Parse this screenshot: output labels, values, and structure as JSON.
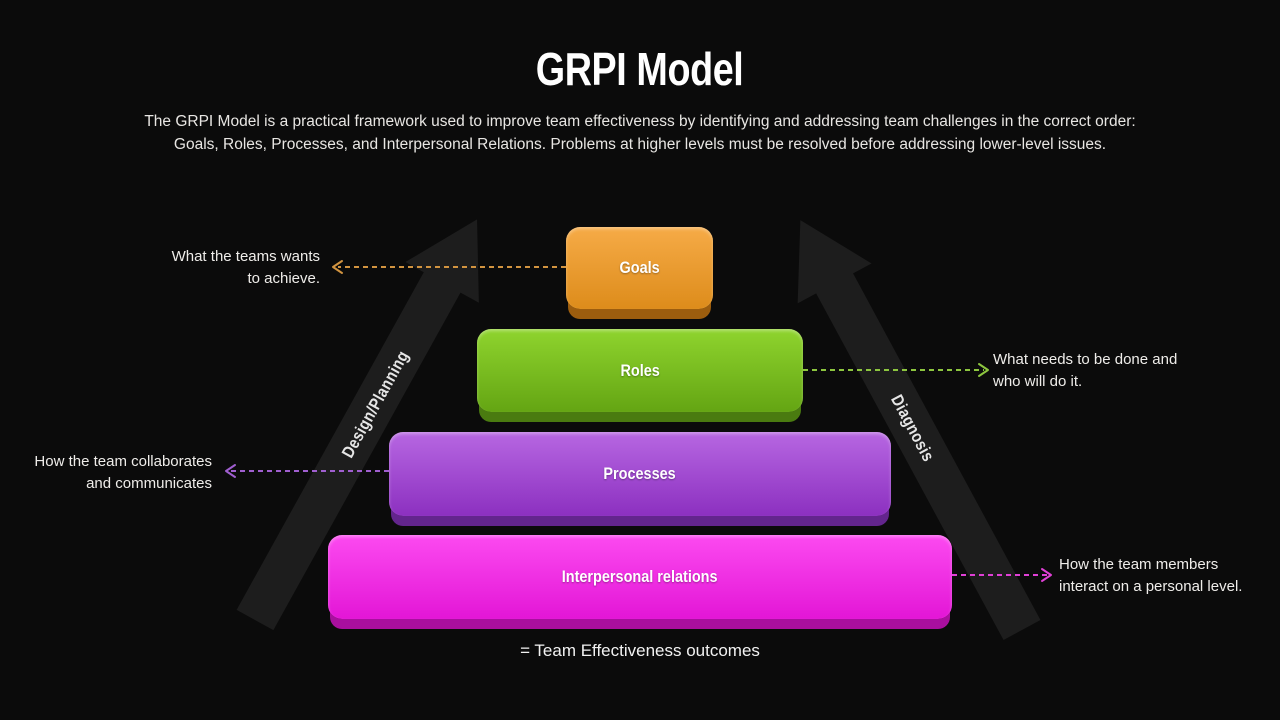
{
  "title": "GRPI Model",
  "description": {
    "line1": "The GRPI Model is a practical framework used to improve team effectiveness by identifying and addressing team challenges in the correct order:",
    "line2": "Goals, Roles, Processes, and Interpersonal Relations. Problems at higher levels must be resolved before addressing lower-level issues."
  },
  "arrows": {
    "left_label": "Design/Planning",
    "right_label": "Diagnosis"
  },
  "levels": [
    {
      "label": "Goals",
      "color_top": "#f6ab47",
      "color_bottom": "#dd8c1b",
      "shadow_color": "#9c5d0e",
      "annotation": {
        "side": "left",
        "line1": "What the teams wants",
        "line2": "to achieve.",
        "arrow_color": "#d29440"
      }
    },
    {
      "label": "Roles",
      "color_top": "#8fd42e",
      "color_bottom": "#64a513",
      "shadow_color": "#4a7b10",
      "annotation": {
        "side": "right",
        "line1": "What needs to be done and",
        "line2": "who will do it.",
        "arrow_color": "#8dc63f"
      }
    },
    {
      "label": "Processes",
      "color_top": "#b767e2",
      "color_bottom": "#8c30c0",
      "shadow_color": "#63258d",
      "annotation": {
        "side": "left",
        "line1": "How the team collaborates",
        "line2": "and communicates",
        "arrow_color": "#a05fd0"
      }
    },
    {
      "label": "Interpersonal relations",
      "color_top": "#fc4af0",
      "color_bottom": "#e316d6",
      "shadow_color": "#a90f9e",
      "annotation": {
        "side": "right",
        "line1": "How the team members",
        "line2": "interact on a personal level.",
        "arrow_color": "#e040d6"
      }
    }
  ],
  "footer": "= Team Effectiveness outcomes"
}
